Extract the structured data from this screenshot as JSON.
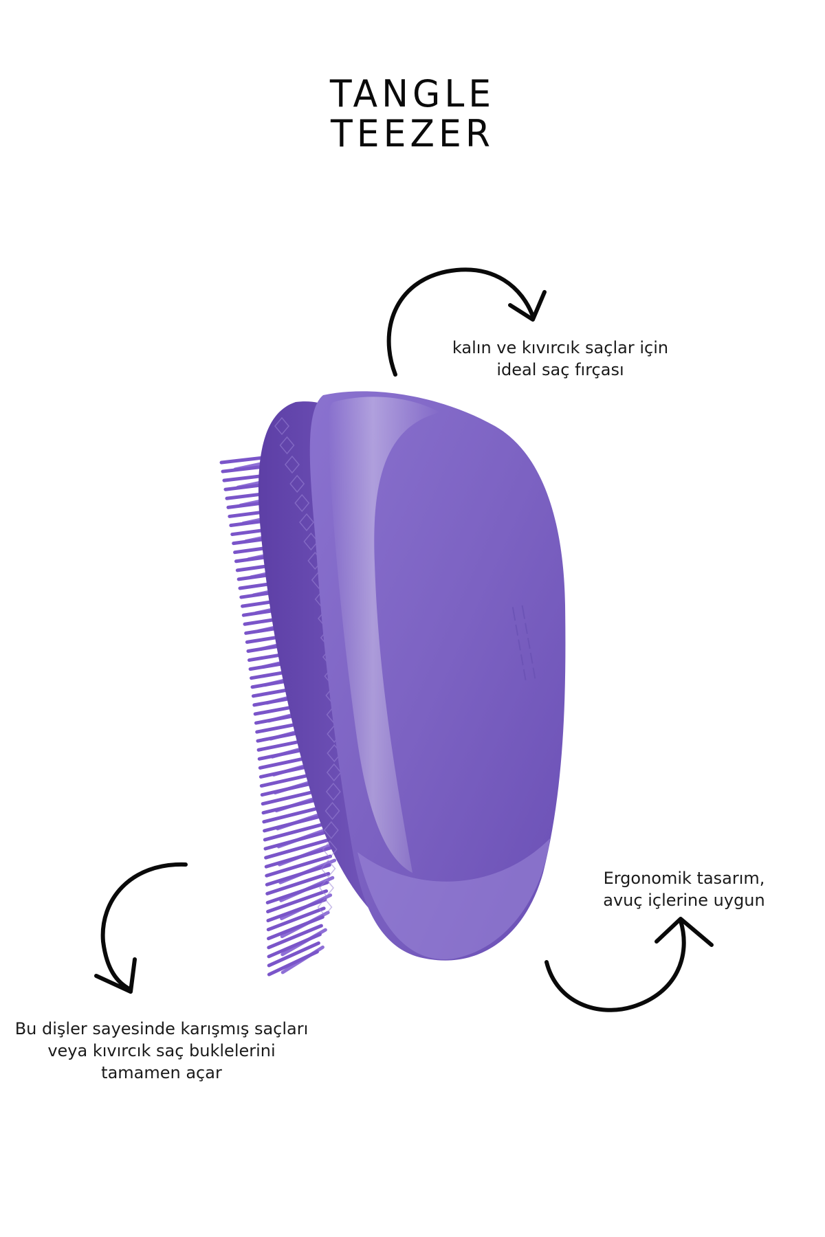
{
  "brand": {
    "logo_line_1": "TANGLE",
    "logo_line_2": "TEEZER"
  },
  "product": {
    "icon": "purple-detangling-hair-brush",
    "color_main": "#7c62c2",
    "color_light": "#a18cd8",
    "color_dark": "#5a3f9e",
    "color_teeth": "#7a55c9"
  },
  "captions": {
    "top": {
      "line1": "kalın ve kıvırcık saçlar için",
      "line2": "ideal saç fırçası"
    },
    "right": {
      "line1": "Ergonomik tasarım,",
      "line2": "avuç içlerine uygun"
    },
    "left": {
      "line1": "Bu dişler sayesinde karışmış saçları",
      "line2": "veya kıvırcık saç buklelerini",
      "line3": "tamamen açar"
    }
  }
}
